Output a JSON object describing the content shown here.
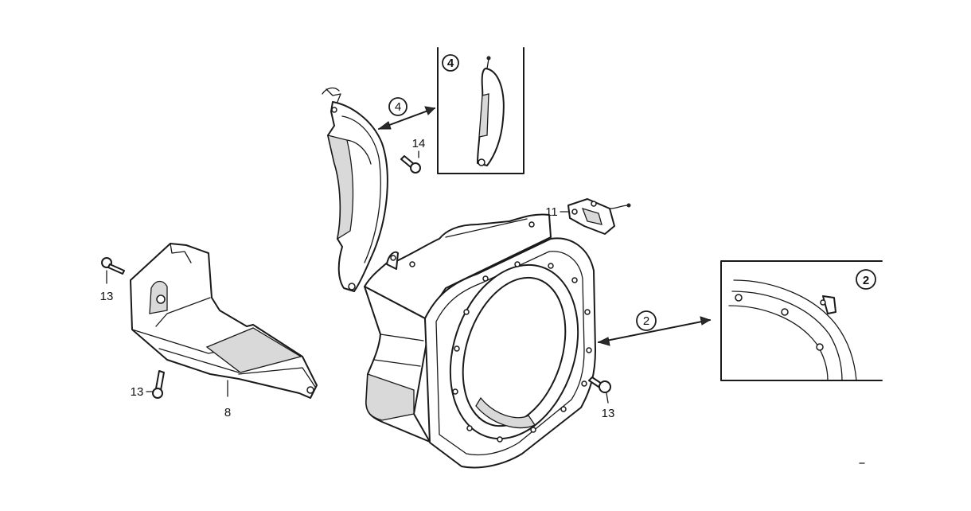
{
  "callouts": {
    "c4": "4",
    "c2": "2",
    "inset4": "4",
    "inset2": "2"
  },
  "labels": {
    "p14": "14",
    "p11": "11",
    "p13_left_top": "13",
    "p13_left_bottom": "13",
    "p8": "8",
    "p13_right": "13"
  }
}
